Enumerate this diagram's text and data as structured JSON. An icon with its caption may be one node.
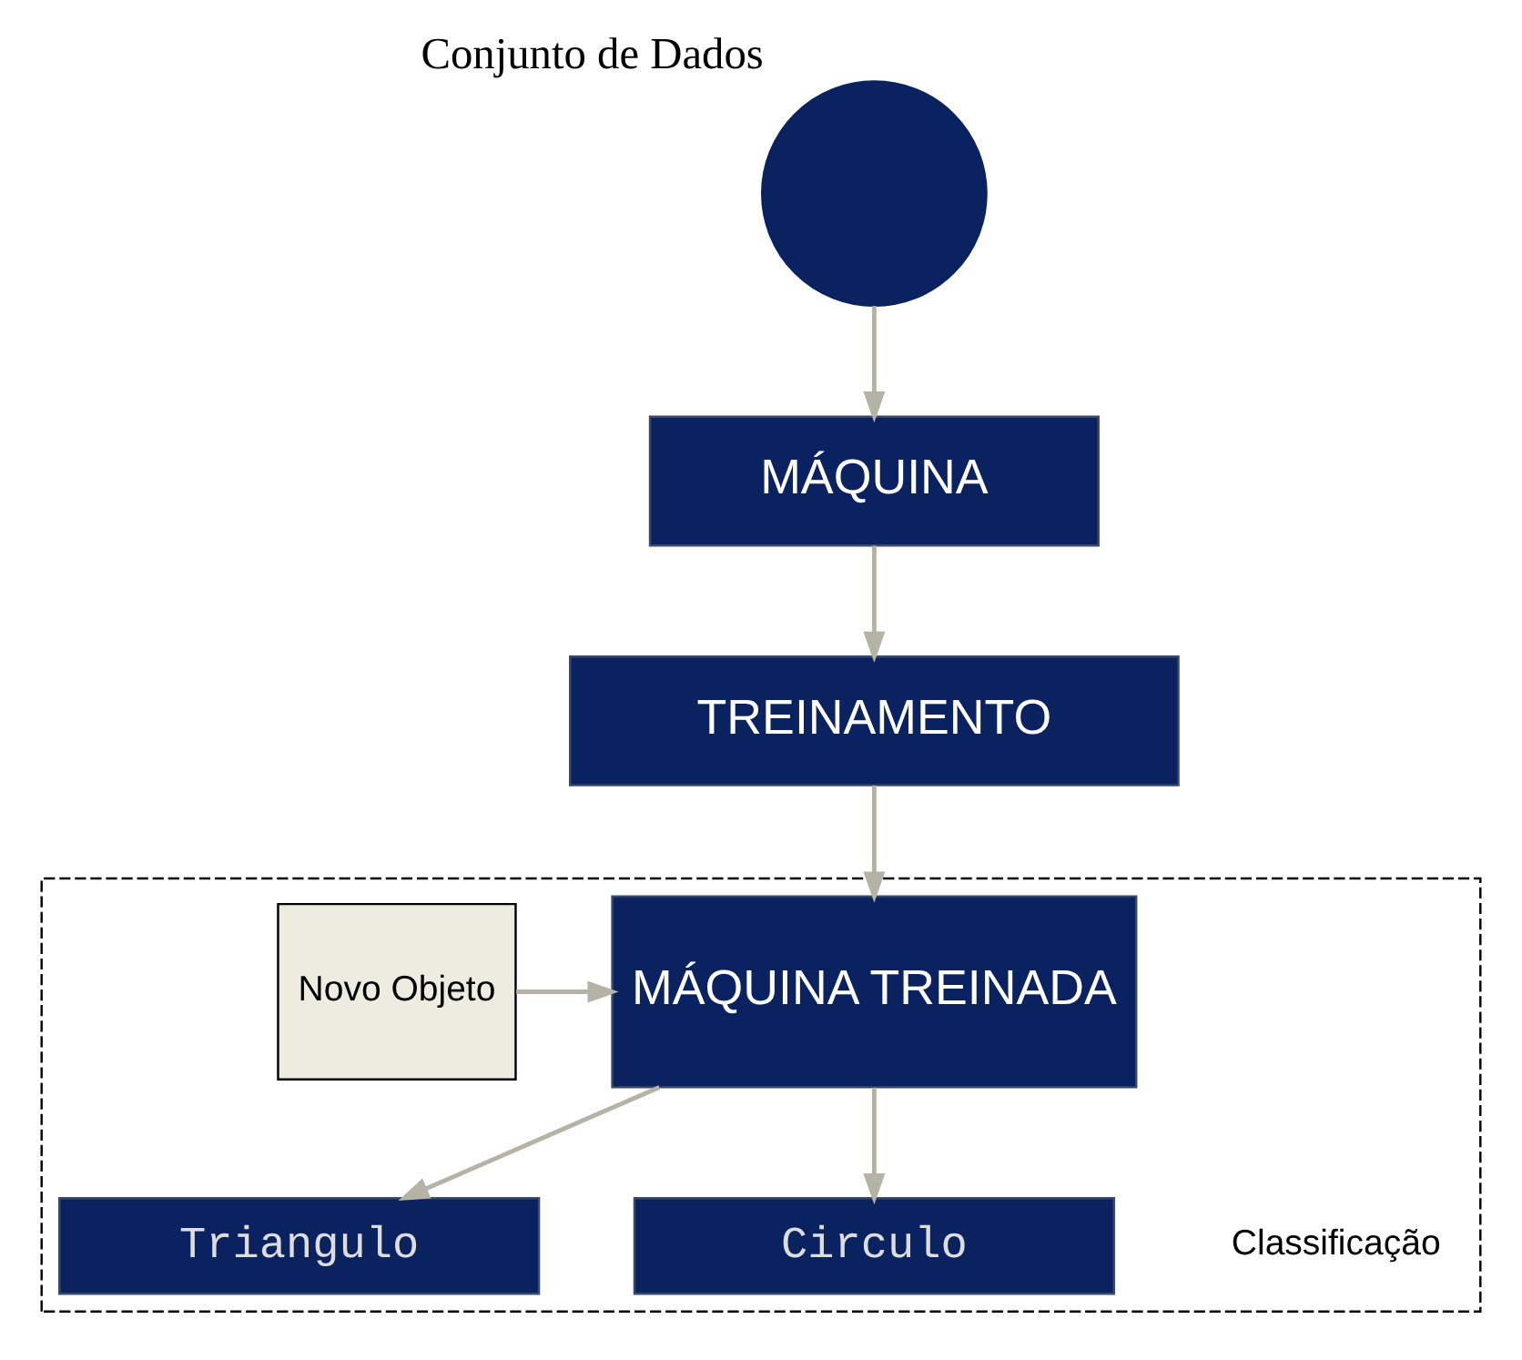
{
  "diagram": {
    "nodes": [
      {
        "text": [
          "Conjunto de Dados"
        ]
      },
      {
        "text": [
          "MÁQUINA"
        ]
      },
      {
        "text": [
          "TREINAMENTO"
        ]
      },
      {
        "text": [],
        "shape": "box"
      },
      {
        "text": [
          "Novo Objeto"
        ],
        "in": 3
      },
      {
        "text": [
          "MÁQUINA TREINADA"
        ],
        "in": 3
      },
      {
        "text": [
          "Triangulo"
        ],
        "in": 3
      },
      {
        "text": [
          "Circulo"
        ],
        "in": 3
      }
    ],
    "edges": [
      {
        "from": 0,
        "to": 1,
        "arrow": "to"
      },
      {
        "from": 1,
        "to": 2,
        "arrow": "to"
      },
      {
        "from": 2,
        "to": 5,
        "arrow": "to"
      },
      {
        "from": 4,
        "to": 5,
        "arrow": "to"
      },
      {
        "from": 5,
        "to": 6,
        "arrow": "to"
      },
      {
        "from": 5,
        "to": 7,
        "arrow": "to"
      }
    ],
    "labels": [
      "Classificação"
    ]
  }
}
